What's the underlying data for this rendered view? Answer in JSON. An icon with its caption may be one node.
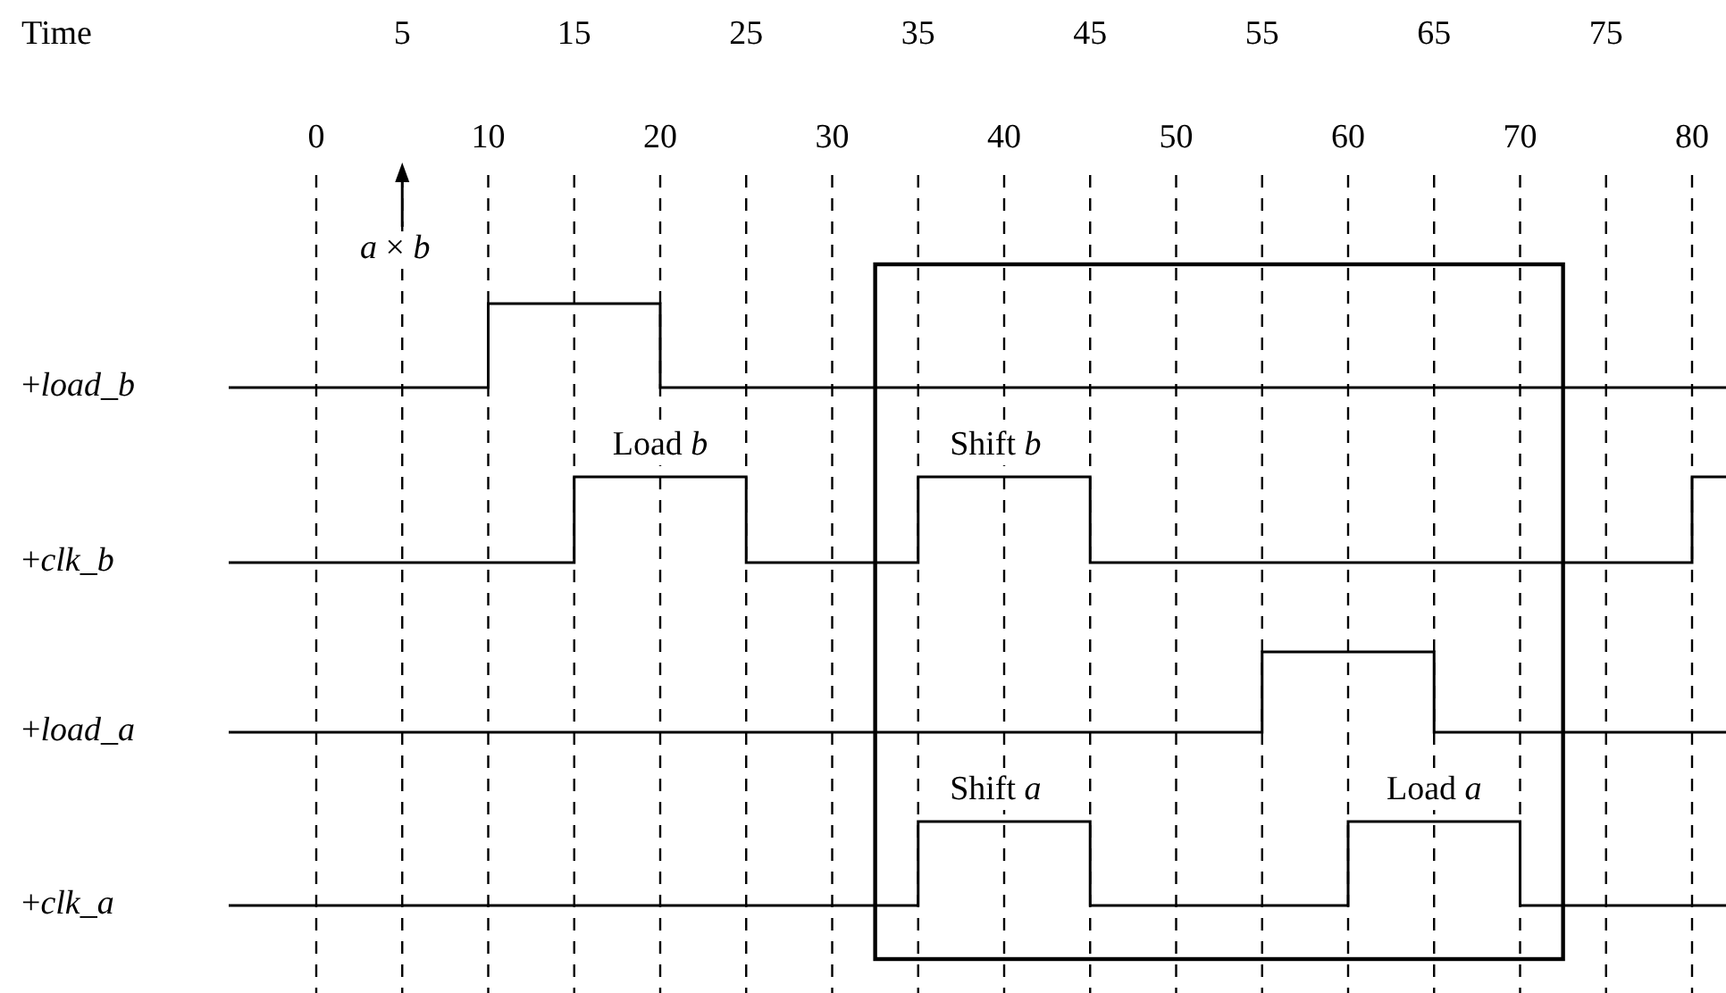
{
  "diagram": {
    "labels": [
      "Time",
      "5",
      "15",
      "25",
      "35",
      "45",
      "55",
      "65",
      "75",
      "0",
      "10",
      "20",
      "30",
      "40",
      "50",
      "60",
      "70",
      "80",
      "*a* × *b*",
      "+*load_b*",
      "Load *b*",
      "Shift *b*",
      "+*clk_b*",
      "+*load_a*",
      "Shift *a*",
      "Load *a*",
      "+*clk_a*"
    ]
  }
}
